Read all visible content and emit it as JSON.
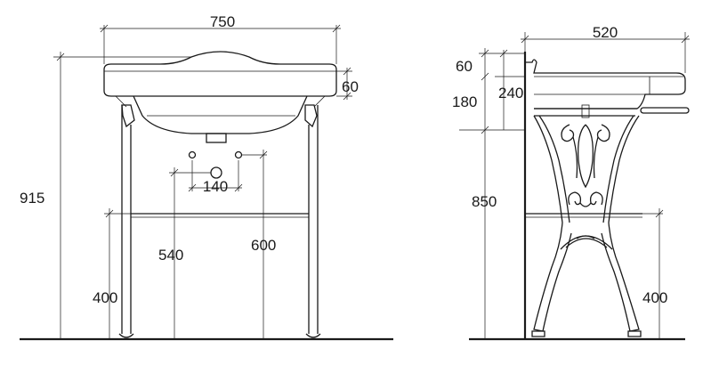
{
  "front_view": {
    "dim_width": "750",
    "dim_rim_height": "60",
    "dim_total_height": "915",
    "dim_tap_spacing": "140",
    "dim_waste_height": "540",
    "dim_supply_height": "600",
    "dim_towel_bar_height": "400"
  },
  "side_view": {
    "dim_depth": "520",
    "dim_rim": "60",
    "dim_bowl": "180",
    "dim_basin_height": "240",
    "dim_rim_top_height": "850",
    "dim_shelf_height": "400"
  }
}
